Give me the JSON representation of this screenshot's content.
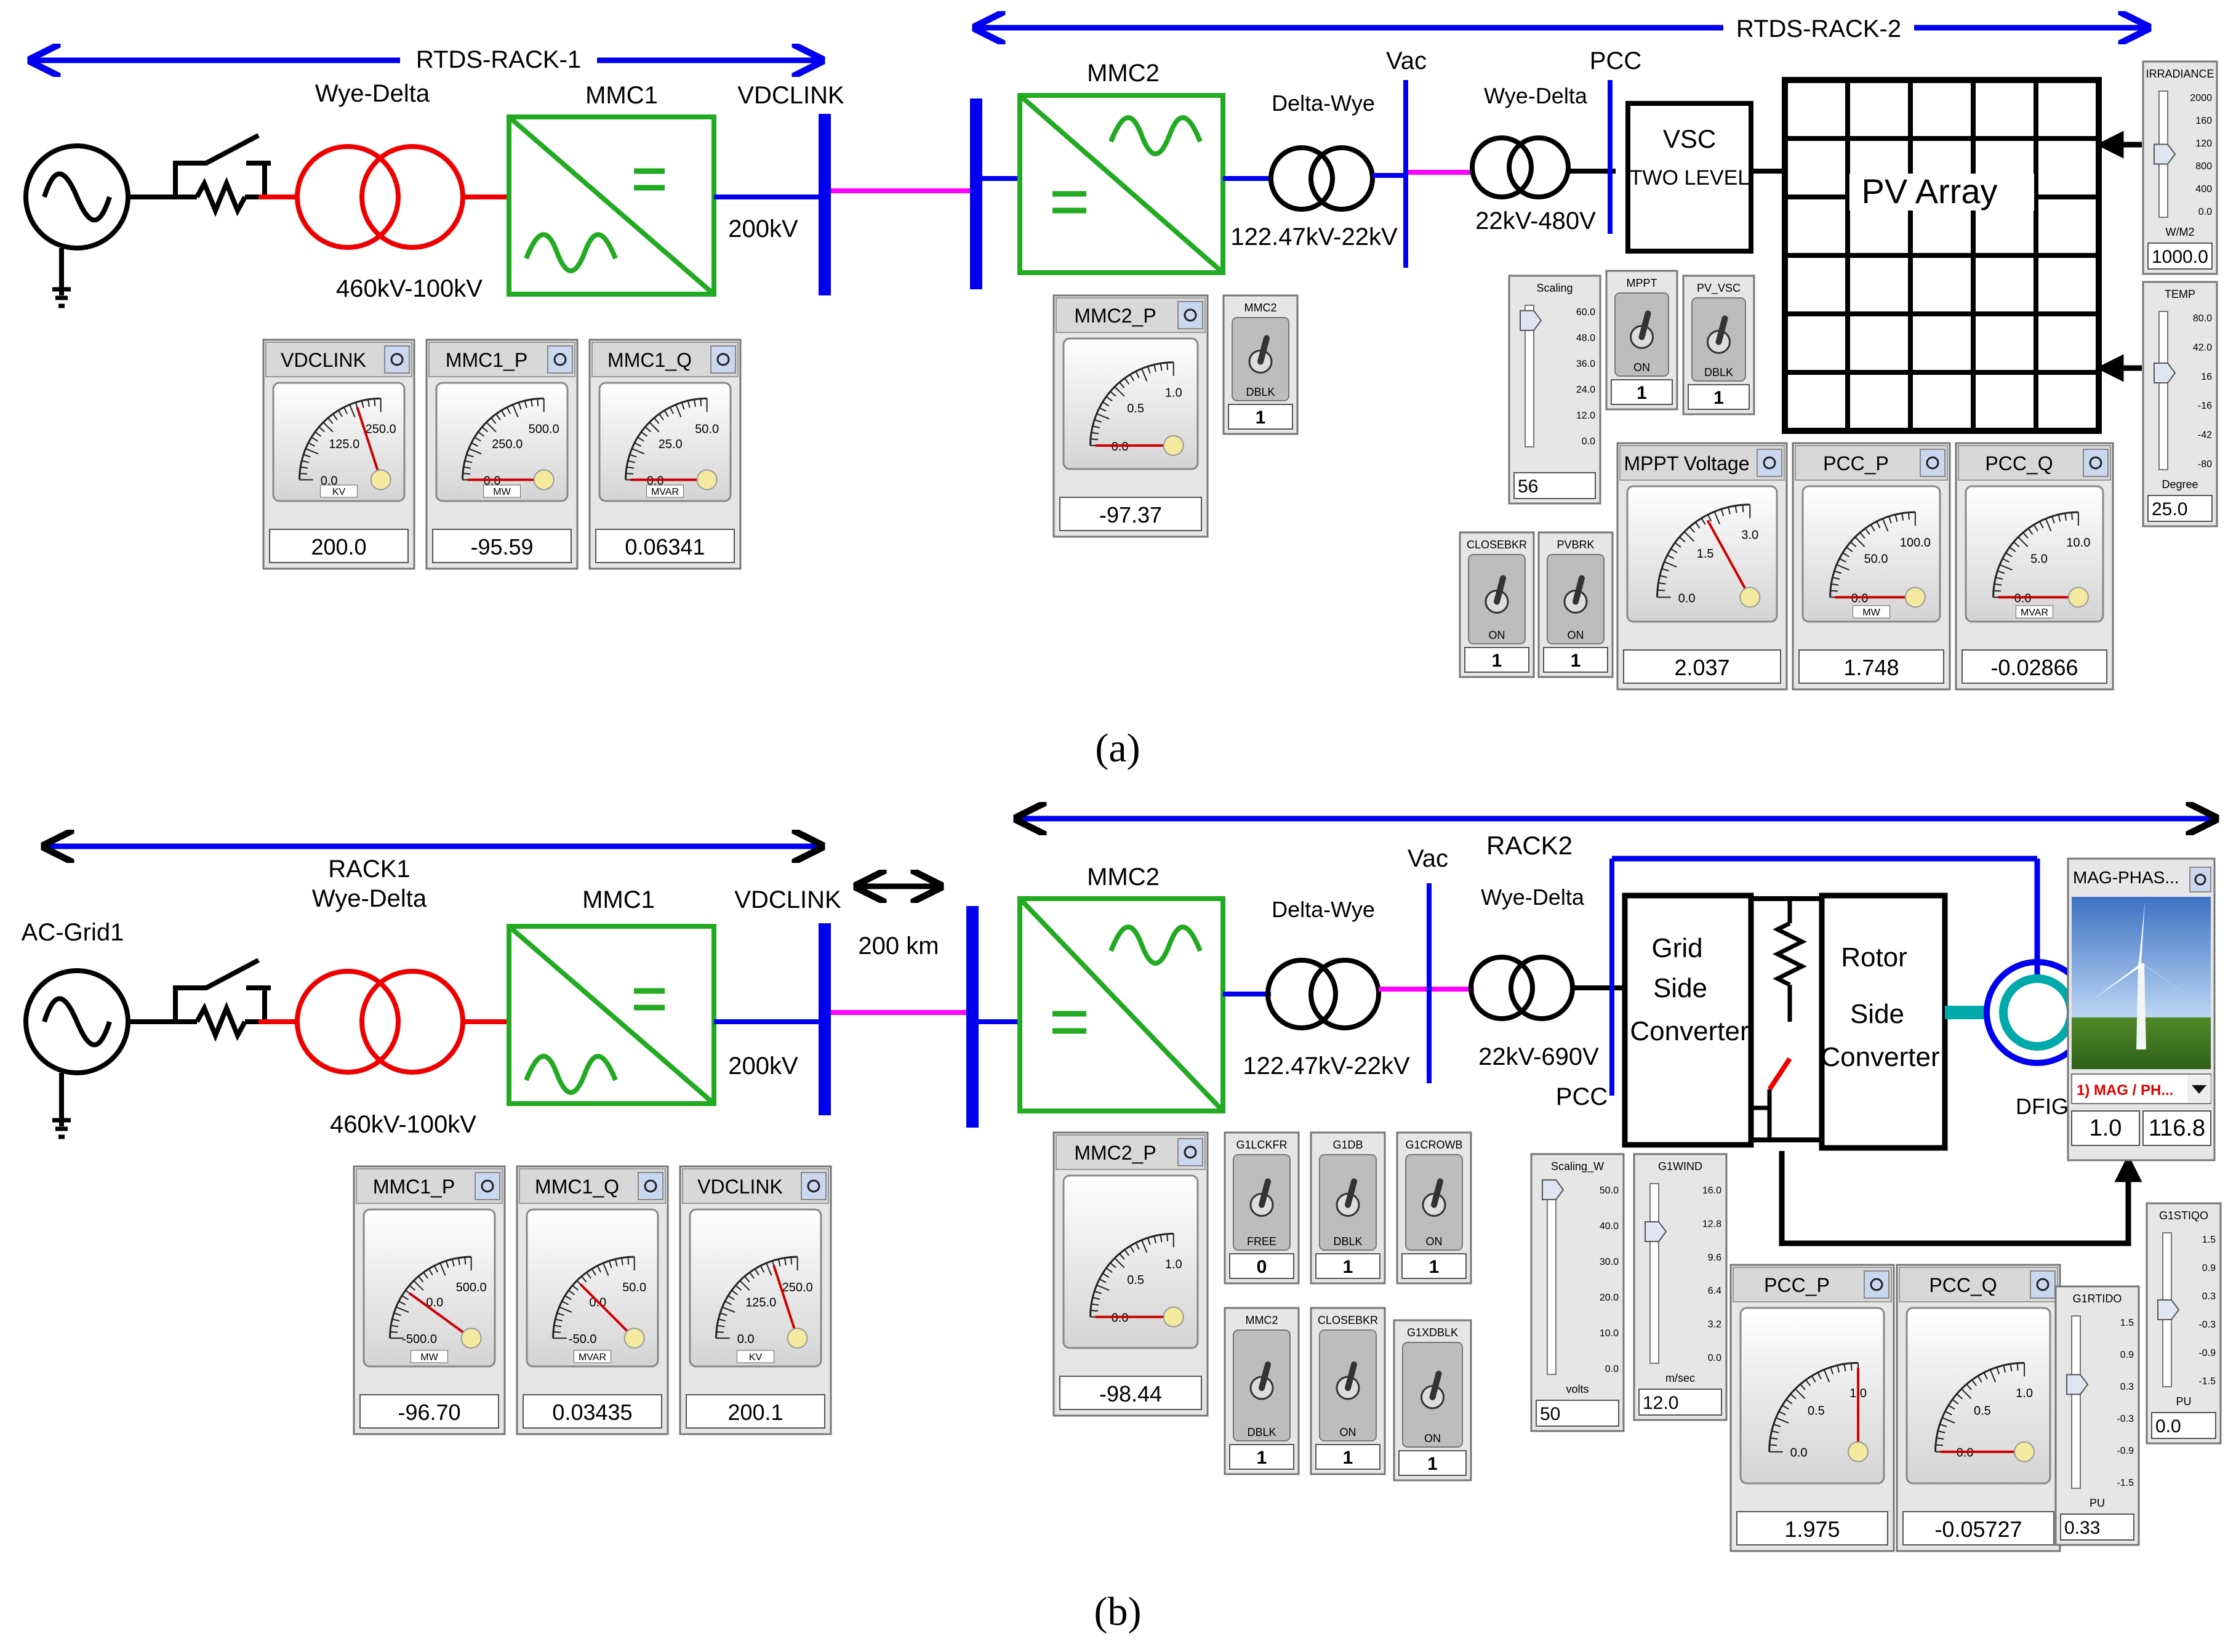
{
  "panel_a": {
    "caption": "(a)",
    "rack1_label": "RTDS-RACK-1",
    "rack2_label": "RTDS-RACK-2",
    "tx1_name": "Wye-Delta",
    "tx1_rating": "460kV-100kV",
    "mmc1_label": "MMC1",
    "vdclink_label": "VDCLINK",
    "dc_voltage": "200kV",
    "mmc2_label": "MMC2",
    "tx2_name": "Delta-Wye",
    "tx2_rating": "122.47kV-22kV",
    "vac_label": "Vac",
    "tx3_name": "Wye-Delta",
    "tx3_rating": "22kV-480V",
    "pcc_label": "PCC",
    "vsc_title": "VSC",
    "vsc_sub": "TWO LEVEL",
    "pv_label": "PV Array",
    "meters": [
      {
        "title": "VDCLINK",
        "unit": "KV",
        "t0": "0.0",
        "t1": "125.0",
        "t2": "250.0",
        "value": "200.0",
        "level": 0.8
      },
      {
        "title": "MMC1_P",
        "unit": "MW",
        "t0": "0.0",
        "t1": "250.0",
        "t2": "500.0",
        "value": "-95.59",
        "level": 0
      },
      {
        "title": "MMC1_Q",
        "unit": "MVAR",
        "t0": "0.0",
        "t1": "25.0",
        "t2": "50.0",
        "value": "0.06341",
        "level": 0
      },
      {
        "title": "MMC2_P",
        "unit": "",
        "t0": "0.0",
        "t1": "0.5",
        "t2": "1.0",
        "value": "-97.37",
        "level": 0
      },
      {
        "title": "MPPT Voltage",
        "unit": "",
        "t0": "0.0",
        "t1": "1.5",
        "t2": "3.0",
        "value": "2.037",
        "level": 0.68
      },
      {
        "title": "PCC_P",
        "unit": "MW",
        "t0": "0.0",
        "t1": "50.0",
        "t2": "100.0",
        "value": "1.748",
        "level": 0
      },
      {
        "title": "PCC_Q",
        "unit": "MVAR",
        "t0": "0.0",
        "t1": "5.0",
        "t2": "10.0",
        "value": "-0.02866",
        "level": 0
      }
    ],
    "switches": [
      {
        "title": "MMC2",
        "state": "DBLK",
        "value": "1"
      },
      {
        "title": "MPPT",
        "state": "ON",
        "value": "1"
      },
      {
        "title": "PV_VSC",
        "state": "DBLK",
        "value": "1"
      },
      {
        "title": "CLOSEBKR",
        "state": "ON",
        "value": "1"
      },
      {
        "title": "PVBRK",
        "state": "ON",
        "value": "1"
      }
    ],
    "sliders": [
      {
        "title": "Scaling",
        "ticks": [
          "60.0",
          "48.0",
          "36.0",
          "24.0",
          "12.0",
          "0.0"
        ],
        "unit": "",
        "value": "56",
        "level": 0.93
      },
      {
        "title": "IRRADIANCE",
        "ticks": [
          "2000",
          "160",
          "120",
          "800",
          "400",
          "0.0"
        ],
        "unit": "W/M2",
        "value": "1000.0",
        "level": 0.5
      },
      {
        "title": "TEMP",
        "ticks": [
          "80.0",
          "42.0",
          "16",
          "-16",
          "-42",
          "-80"
        ],
        "unit": "Degree",
        "value": "25.0",
        "level": 0.62
      }
    ]
  },
  "panel_b": {
    "caption": "(b)",
    "rack1_label": "RACK1",
    "rack2_label": "RACK2",
    "grid_label": "AC-Grid1",
    "tx1_name": "Wye-Delta",
    "tx1_rating": "460kV-100kV",
    "mmc1_label": "MMC1",
    "vdclink_label": "VDCLINK",
    "distance_label": "200 km",
    "dc_voltage": "200kV",
    "mmc2_label": "MMC2",
    "tx2_name": "Delta-Wye",
    "tx2_rating": "122.47kV-22kV",
    "vac_label": "Vac",
    "tx3_name": "Wye-Delta",
    "tx3_rating": "22kV-690V",
    "pcc_label": "PCC",
    "gsc_lines": [
      "Grid",
      "Side",
      "Converter"
    ],
    "rsc_lines": [
      "Rotor",
      "Side",
      "Converter"
    ],
    "dfig_label": "DFIG",
    "mag_title": "MAG-PHAS...",
    "mag_select": "1) MAG / PH...",
    "mag_values": [
      "1.0",
      "116.8"
    ],
    "meters": [
      {
        "title": "MMC1_P",
        "unit": "MW",
        "t0": "-500.0",
        "t1": "0.0",
        "t2": "500.0",
        "value": "-96.70",
        "level": 0.4
      },
      {
        "title": "MMC1_Q",
        "unit": "MVAR",
        "t0": "-50.0",
        "t1": "0.0",
        "t2": "50.0",
        "value": "0.03435",
        "level": 0.5
      },
      {
        "title": "VDCLINK",
        "unit": "KV",
        "t0": "0.0",
        "t1": "125.0",
        "t2": "250.0",
        "value": "200.1",
        "level": 0.8
      },
      {
        "title": "MMC2_P",
        "unit": "",
        "t0": "0.0",
        "t1": "0.5",
        "t2": "1.0",
        "value": "-98.44",
        "level": 0
      },
      {
        "title": "PCC_P",
        "unit": "",
        "t0": "0.0",
        "t1": "0.5",
        "t2": "1.0",
        "value": "1.975",
        "level": 1
      },
      {
        "title": "PCC_Q",
        "unit": "",
        "t0": "0.0",
        "t1": "0.5",
        "t2": "1.0",
        "value": "-0.05727",
        "level": 0
      }
    ],
    "switches": [
      {
        "title": "G1LCKFR",
        "state": "FREE",
        "value": "0"
      },
      {
        "title": "G1DB",
        "state": "DBLK",
        "value": "1"
      },
      {
        "title": "G1CROWB",
        "state": "ON",
        "value": "1"
      },
      {
        "title": "MMC2",
        "state": "DBLK",
        "value": "1"
      },
      {
        "title": "CLOSEBKR",
        "state": "ON",
        "value": "1"
      },
      {
        "title": "G1XDBLK",
        "state": "ON",
        "value": "1"
      }
    ],
    "sliders": [
      {
        "title": "Scaling_W",
        "ticks": [
          "50.0",
          "40.0",
          "30.0",
          "20.0",
          "10.0",
          "0.0"
        ],
        "unit": "volts",
        "value": "50",
        "level": 1
      },
      {
        "title": "G1WIND",
        "ticks": [
          "16.0",
          "12.8",
          "9.6",
          "6.4",
          "3.2",
          "0.0"
        ],
        "unit": "m/sec",
        "value": "12.0",
        "level": 0.75
      },
      {
        "title": "G1RTIDO",
        "ticks": [
          "1.5",
          "0.9",
          "0.3",
          "-0.3",
          "-0.9",
          "-1.5"
        ],
        "unit": "PU",
        "value": "0.33",
        "level": 0.61
      },
      {
        "title": "G1STIQO",
        "ticks": [
          "1.5",
          "0.9",
          "0.3",
          "-0.3",
          "-0.9",
          "-1.5"
        ],
        "unit": "PU",
        "value": "0.0",
        "level": 0.5
      }
    ]
  },
  "colors": {
    "dc": "#0000ee",
    "xfmr": "#ee0000",
    "mmc": "#22aa22",
    "ac": "#ff00ff",
    "meter_needle": "#cc0000"
  }
}
